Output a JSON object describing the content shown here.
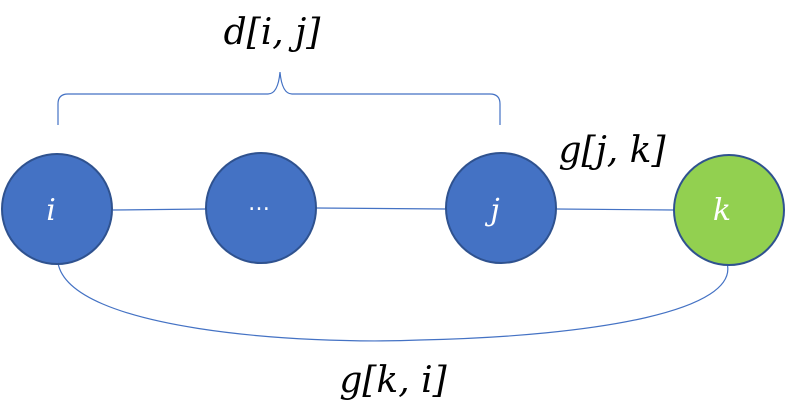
{
  "nodes": {
    "i": {
      "label": "i",
      "color": "#4472c4"
    },
    "ellipsis": {
      "label": "…",
      "color": "#4472c4"
    },
    "j": {
      "label": "j",
      "color": "#4472c4"
    },
    "k": {
      "label": "k",
      "color": "#92d050"
    }
  },
  "labels": {
    "d_ij": "d[i, j]",
    "g_jk": "g[j, k]",
    "g_ki": "g[k, i]"
  },
  "colors": {
    "edge": "#4472c4",
    "node_stroke": "#2f528f",
    "node_blue": "#4472c4",
    "node_green": "#92d050"
  }
}
